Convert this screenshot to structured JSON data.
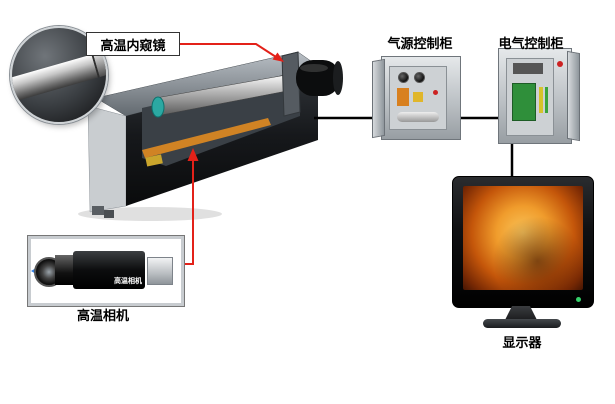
{
  "labels": {
    "endoscope": "高温内窥镜",
    "air_cabinet": "气源控制柜",
    "electric_cabinet": "电气控制柜",
    "camera": "高温相机",
    "monitor": "显示器"
  },
  "camera_unit": {
    "body_text": "高温相机"
  },
  "colors": {
    "connector_red": "#e32119",
    "connector_black": "#000000",
    "furnace_orange": "#ef9426"
  },
  "connections": [
    {
      "from": "endoscope-label",
      "to": "main-unit-lens-barrel",
      "style": "red-arrow"
    },
    {
      "from": "camera-unit",
      "to": "main-unit",
      "style": "red-arrow"
    },
    {
      "from": "main-unit",
      "to": "air-control-cabinet",
      "style": "black-line"
    },
    {
      "from": "air-control-cabinet",
      "to": "electric-control-cabinet",
      "style": "black-line"
    },
    {
      "from": "electric-control-cabinet",
      "to": "monitor",
      "style": "black-line"
    }
  ]
}
